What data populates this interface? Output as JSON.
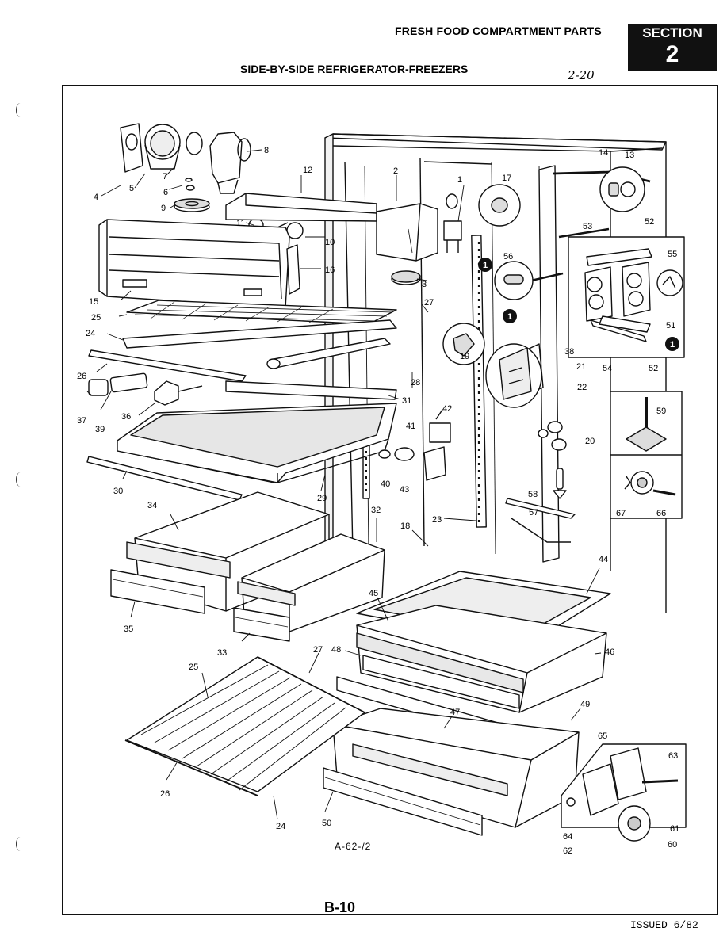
{
  "header": {
    "title": "FRESH FOOD COMPARTMENT PARTS",
    "section_label": "SECTION",
    "section_number": "2",
    "subtitle": "SIDE-BY-SIDE REFRIGERATOR-FREEZERS",
    "handwritten_note": "2-20"
  },
  "footer": {
    "reference_code": "A-62-/2",
    "page_code": "B-10",
    "issued": "ISSUED 6/82"
  },
  "callouts": {
    "c1": "1",
    "c2": "2",
    "c3": "3",
    "c4": "4",
    "c5": "5",
    "c6": "6",
    "c7": "7",
    "c8": "8",
    "c9": "9",
    "c10": "10",
    "c11": "11",
    "c12": "12",
    "c13": "13",
    "c14": "14",
    "c15": "15",
    "c16": "16",
    "c17": "17",
    "c18": "18",
    "c19": "19",
    "c20": "20",
    "c21": "21",
    "c22": "22",
    "c23": "23",
    "c24": "24",
    "c24b": "24",
    "c25": "25",
    "c25b": "25",
    "c26": "26",
    "c26b": "26",
    "c27": "27",
    "c27b": "27",
    "c28": "28",
    "c29": "29",
    "c30": "30",
    "c31": "31",
    "c32": "32",
    "c33": "33",
    "c34": "34",
    "c35": "35",
    "c36": "36",
    "c37": "37",
    "c38": "38",
    "c39": "39",
    "c40": "40",
    "c41": "41",
    "c42": "42",
    "c43": "43",
    "c44": "44",
    "c45": "45",
    "c46": "46",
    "c47": "47",
    "c48": "48",
    "c49": "49",
    "c50": "50",
    "c51": "51",
    "c52": "52",
    "c52b": "52",
    "c53": "53",
    "c54": "54",
    "c55": "55",
    "c56": "56",
    "c57": "57",
    "c58": "58",
    "c59": "59",
    "c60": "60",
    "c61": "61",
    "c62": "62",
    "c63": "63",
    "c64": "64",
    "c65": "65",
    "c66": "66",
    "c67": "67"
  },
  "note_markers": [
    "1",
    "1",
    "1"
  ]
}
